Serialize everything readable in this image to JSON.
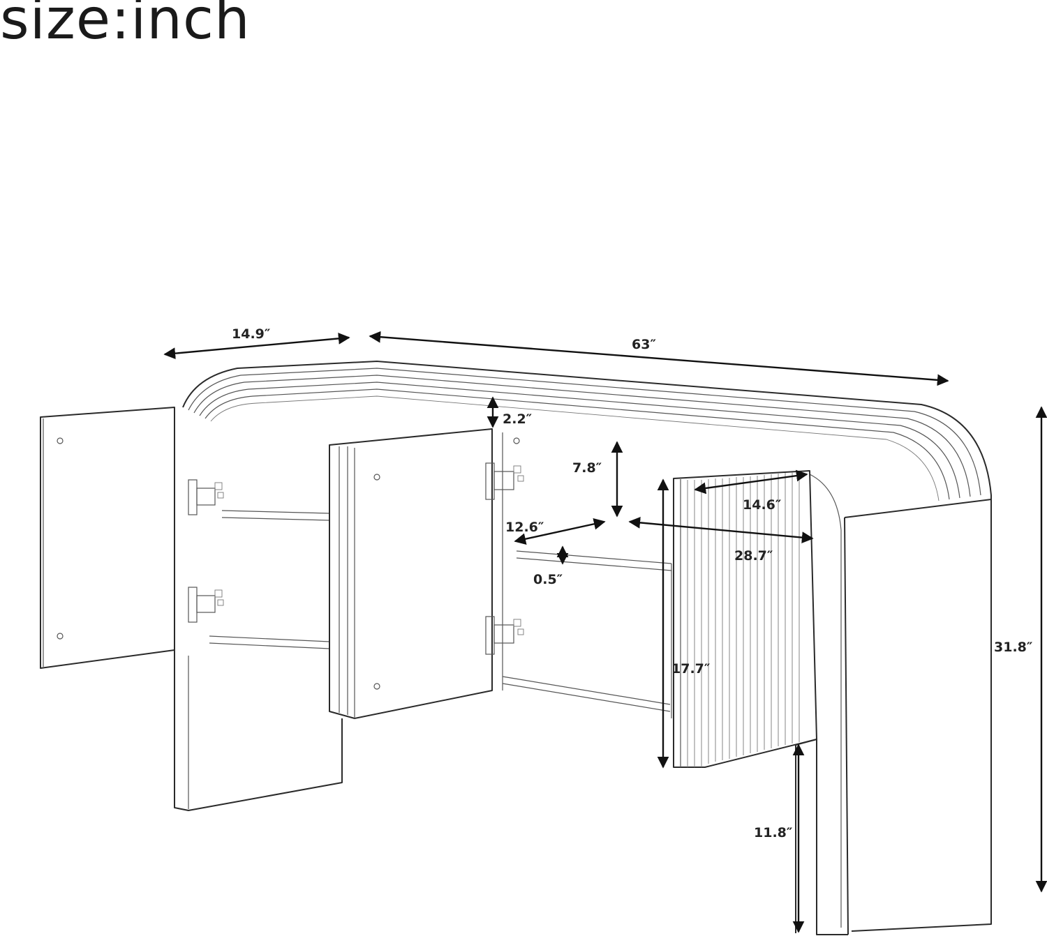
{
  "header": {
    "title": "size:inch"
  },
  "dimensions": {
    "depth": "14.9″",
    "width": "63″",
    "top_thickness": "2.2″",
    "shelf_clearance": "7.8″",
    "door_width": "14.6″",
    "shelf_depth": "12.6″",
    "compartment_width": "28.7″",
    "shelf_thickness": "0.5″",
    "cabinet_height": "17.7″",
    "total_height": "31.8″",
    "leg_clearance": "11.8″"
  },
  "colors": {
    "line": "#2a2a2a",
    "background": "#ffffff"
  }
}
